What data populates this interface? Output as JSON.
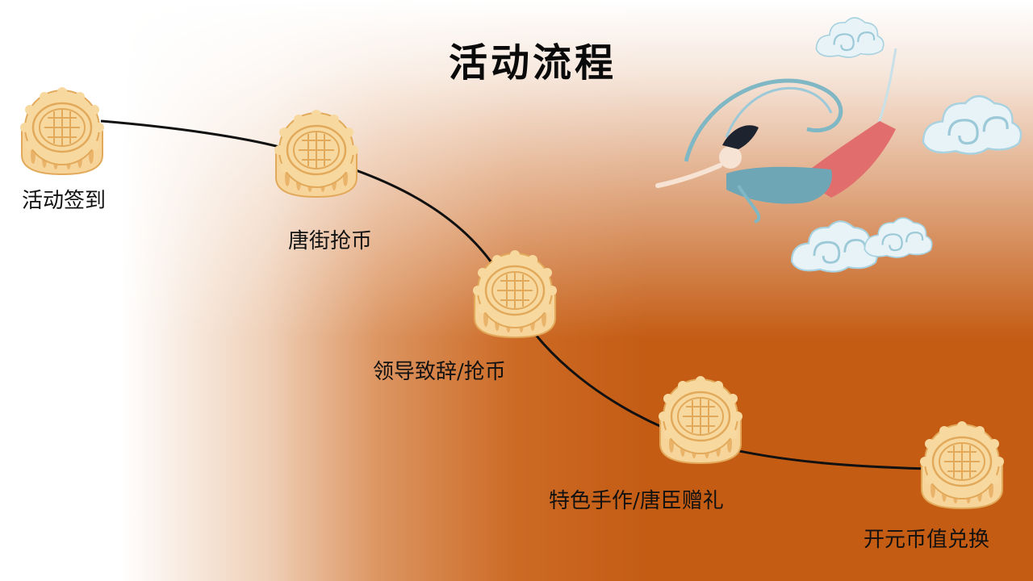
{
  "title": "活动流程",
  "steps": [
    {
      "label": "活动签到"
    },
    {
      "label": "唐街抢币"
    },
    {
      "label": "领导致辞/抢币"
    },
    {
      "label": "特色手作/唐臣赠礼"
    },
    {
      "label": "开元币值兑换"
    }
  ],
  "colors": {
    "background_accent": "#c45c14",
    "mooncake": "#f7d9a0",
    "mooncake_line": "#e2a95a",
    "path_line": "#111111",
    "cloud": "#cde6ef",
    "figure_robe_blue": "#6fa6b6",
    "figure_robe_red": "#e26d6d"
  },
  "icons": [
    "mooncake-icon",
    "cloud-icon",
    "flying-apsara-figure"
  ]
}
